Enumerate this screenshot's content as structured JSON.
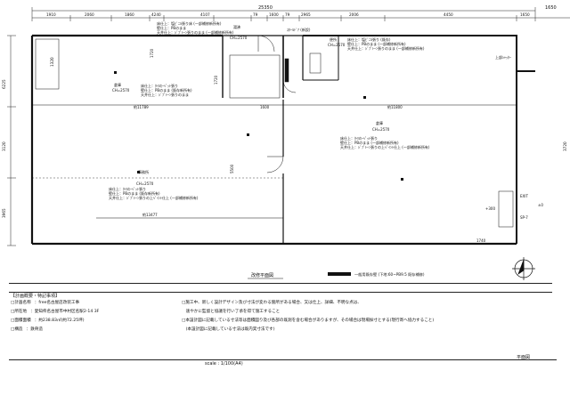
{
  "dims": {
    "overall": "25350",
    "right_extra": "1650",
    "top": [
      "1910",
      "2060",
      "1860",
      "4240",
      "4107",
      "79",
      "1600",
      "79",
      "2965",
      "2006",
      "4450",
      "1650"
    ],
    "left_side": [
      "1320",
      "6225",
      "3120",
      "3965"
    ],
    "right_side": "3720",
    "inner": [
      "1720",
      "1720",
      "1600",
      "5500",
      "1740"
    ],
    "interior": [
      "約11789",
      "約11800",
      "約13477"
    ]
  },
  "rooms": {
    "hot": {
      "name": "湯沸",
      "floor": "床仕上：塩ﾋﾞﾆﾙ張り床 (一部補修新所有)",
      "wall": "壁仕上：PBのまま",
      "ceiling": "天井仕上：ｼﾞﾌﾟﾄｰﾝ張りのまま (一部補修新所有)",
      "ch": "CH=2570"
    },
    "toilet": {
      "name": "便所",
      "ch": "CH=2570",
      "floor": "床仕上：塩ﾋﾞﾆﾙ張り (既存)",
      "wall": "壁仕上：PBのまま (一部補修新所有)",
      "ceiling": "天井仕上：ｼﾞﾌﾟﾄｰﾝ張りのまま (一部補修新所有)"
    },
    "room_left": {
      "name": "倉庫",
      "ch": "CH=2570",
      "floor": "床仕上：ﾀｲﾙｶｰﾍﾟｯﾄ張り",
      "wall": "壁仕上：PBのまま (既存新所有)",
      "ceiling": "天井仕上：ｼﾞﾌﾟﾄｰﾝ張りのまま"
    },
    "room_right": {
      "name": "倉庫",
      "ch": "CH=2570",
      "floor": "床仕上：ﾀｲﾙｶｰﾍﾟｯﾄ張り",
      "wall": "壁仕上：PBのまま (一部補修新所有)",
      "ceiling": "天井仕上：ｼﾞﾌﾟﾄｰﾝ張りの上ﾍﾟｲﾝﾄ仕上 (一部補修新所有)"
    },
    "office": {
      "name": "事務所",
      "ch": "CH=2570",
      "floor": "床仕上：ﾀｲﾙｶｰﾍﾟｯﾄ張り",
      "wall": "壁仕上：PBのまま (既存新所有)",
      "ceiling": "天井仕上：ｼﾞﾌﾟﾄｰﾝ張りの上ﾍﾟｲﾝﾄ仕上 (一部補修新所有)"
    }
  },
  "labels": {
    "ps": "ｽﾀｰﾙﾄﾞｱ (新設)",
    "shutter": "上部ｼｬｯﾀｰ",
    "exit": "EXIT",
    "stair": "SP-7",
    "gl300": "+300",
    "gl1": "±0",
    "plan_title": "改修平面図",
    "legend": "一般用既存壁 (下地:60~PB9.5 既存補修)"
  },
  "notes": {
    "header": "【計画概要・特記事項】",
    "items": [
      {
        "k": "□計画名称",
        "v": "：free名古屋店改装工事"
      },
      {
        "k": "□所在地",
        "v": "：愛知県名古屋市中村区名駅2-14 3F"
      },
      {
        "k": "□面積面積",
        "v": "：約238.83㎡(約72.25坪)"
      },
      {
        "k": "□構造",
        "v": "：鉄骨造"
      }
    ],
    "right": [
      "□施工中、新しく設計デザイン及び寸法が変わる箇所がある場合、又は仕上、詳細、不明な点は、",
      "　速やかに監督と協議を行い了承を得て施工すること",
      "□本設計図に記載している寸法等は面積図り及び各部の既測を含む場合がありますが、その場合は現場採寸とする(現行寄へ協力すること)",
      "　(本設計図に記載している寸法は既内実寸法です)"
    ]
  },
  "footer": {
    "scale": "scale : 1/100(A4)",
    "sheet": "平面図"
  }
}
